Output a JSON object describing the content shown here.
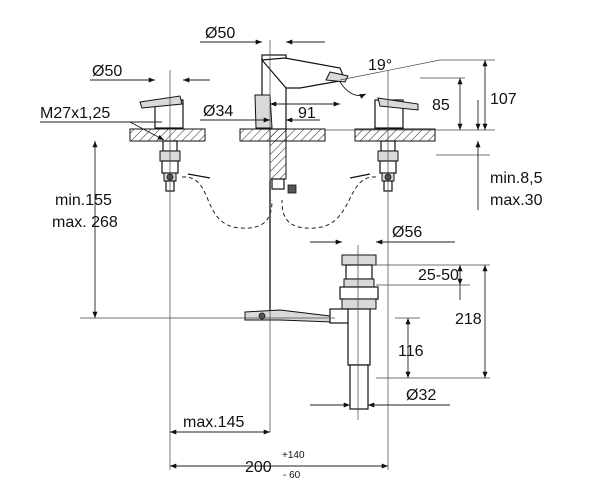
{
  "drawing": {
    "dim_diam_spout": "Ø50",
    "dim_diam_handle": "Ø50",
    "dim_angle": "19°",
    "dim_thread": "M27x1,25",
    "dim_diam_body": "Ø34",
    "dim_spout_reach": "91",
    "dim_height_85": "85",
    "dim_height_107": "107",
    "dim_min_deck": "min.8,5",
    "dim_max_deck": "max.30",
    "dim_min_155": "min.155",
    "dim_max_268": "max. 268",
    "dim_diam_waste": "Ø56",
    "dim_waste_range": "25-50",
    "dim_waste_218": "218",
    "dim_waste_116": "116",
    "dim_diam_tail": "Ø32",
    "dim_max_145": "max.145",
    "dim_spread": "200",
    "dim_spread_plus": "+140",
    "dim_spread_minus": "- 60"
  }
}
